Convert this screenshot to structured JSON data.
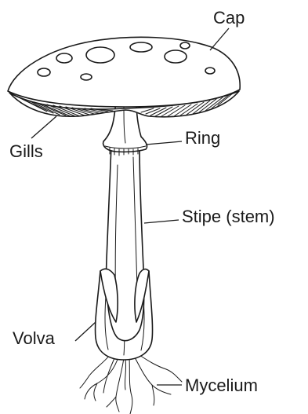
{
  "diagram": {
    "labels": {
      "cap": "Cap",
      "gills": "Gills",
      "ring": "Ring",
      "stipe": "Stipe (stem)",
      "volva": "Volva",
      "mycelium": "Mycelium"
    },
    "colors": {
      "ink": "#1a1a1a",
      "background": "#ffffff"
    }
  }
}
